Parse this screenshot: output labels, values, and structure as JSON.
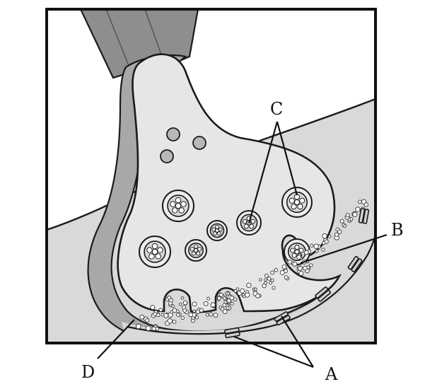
{
  "labels": {
    "a": "A",
    "b": "B",
    "c": "C",
    "d": "D"
  },
  "colors": {
    "background": "#ffffff",
    "postsynaptic_cell": "#d9d9d9",
    "presynaptic_terminal": "#e6e6e6",
    "myelin_sheath": "#a8a8a8",
    "axon": "#8e8e8e",
    "outline": "#1a1a1a"
  }
}
